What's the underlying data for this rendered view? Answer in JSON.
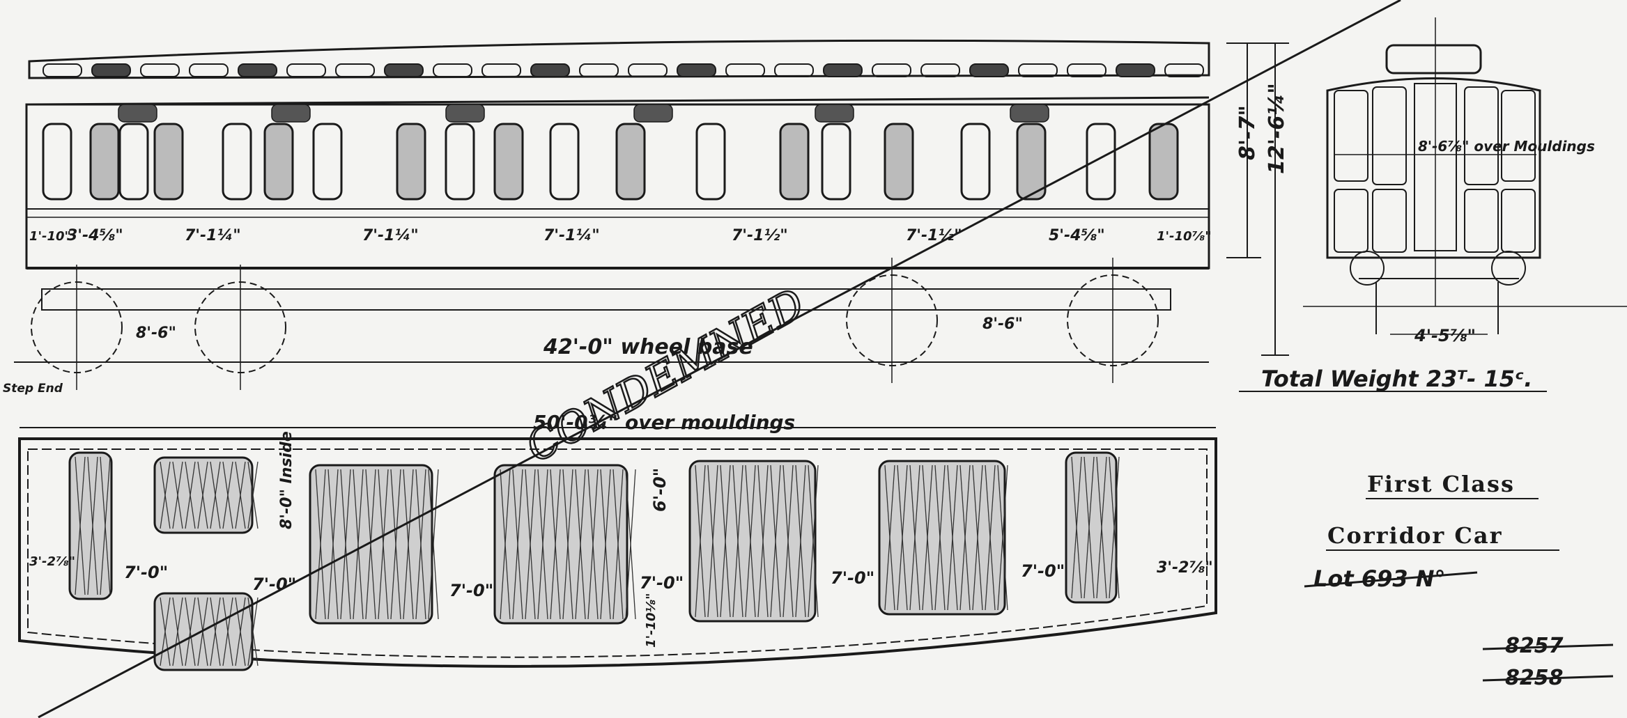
{
  "side_elevation": {
    "compartment_widths": [
      "1'-10\"",
      "3'-4⅝\"",
      "7'-1¼\"",
      "7'-1¼\"",
      "7'-1¼\"",
      "7'-1½\"",
      "7'-1½\"",
      "5'-4⅝\"",
      "1'-10⅞\""
    ],
    "height_to_roof": "8'-7\"",
    "height_overall": "12'-6¼\"",
    "bogie_wheelbase_left": "8'-6\"",
    "bogie_wheelbase_right": "8'-6\"",
    "wheelbase_total": "42'-0\" wheel base"
  },
  "end_elevation": {
    "width": "8'-6⅞\" over Mouldings",
    "gauge": "4'-5⅞\""
  },
  "plan": {
    "step_end_label": "Step End",
    "length_overall": "50'-0¾\" over mouldings",
    "inside_height": "8'-0\" Inside",
    "seat_depth": "6'-0\"",
    "door_gap": "1'-10⅛\"",
    "end_left": "3'-2⅞\"",
    "end_right": "3'-2⅞\"",
    "compartment_pitches": [
      "7'-0\"",
      "7'-0\"",
      "7'-0\"",
      "7'-0\"",
      "7'-0\"",
      "7'-0\""
    ]
  },
  "stamp": "CONDEMNED",
  "weight": "Total Weight  23ᵀ- 15ᶜ.",
  "title_block": {
    "line1": "First Class",
    "line2": "Corridor Car",
    "lot_line": "Lot 693 N°",
    "numbers": [
      "8257",
      "8258"
    ]
  }
}
